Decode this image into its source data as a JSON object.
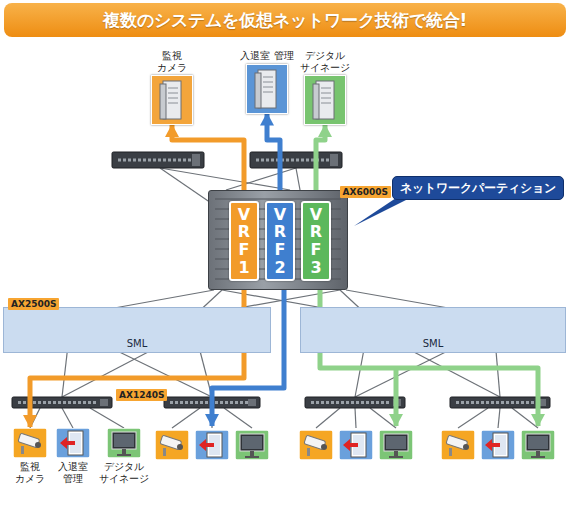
{
  "diagram": {
    "title": "複数のシステムを仮想ネットワーク技術で統合!",
    "nodes": [
      {
        "text": [
          "監視 カメラ"
        ]
      },
      {
        "text": [
          "入退室 管理"
        ]
      },
      {
        "text": [
          "デジタル サイネージ"
        ]
      },
      {
        "text": [
          "AX6000S"
        ]
      },
      {
        "text": [
          "VRF1"
        ],
        "in": 3
      },
      {
        "text": [
          "VRF2"
        ],
        "in": 3
      },
      {
        "text": [
          "VRF3"
        ],
        "in": 3
      },
      {
        "text": [
          "ネットワークパーティション"
        ]
      },
      {
        "text": [
          "AX2500S",
          "SML"
        ]
      },
      {
        "text": [
          "SML"
        ]
      },
      {
        "text": [
          "監視 カメラ"
        ]
      },
      {
        "text": [
          "入退室 管理"
        ]
      },
      {
        "text": [
          "デジタル サイネージ"
        ]
      }
    ],
    "edges": [
      {
        "from": 4,
        "to": 0,
        "arrow": "to"
      },
      {
        "from": 5,
        "to": 1,
        "arrow": "to"
      },
      {
        "from": 6,
        "to": 2,
        "arrow": "to"
      },
      {
        "from": 4,
        "to": 10,
        "arrow": "to"
      }
    ],
    "labels": [
      "AX1240S"
    ]
  }
}
